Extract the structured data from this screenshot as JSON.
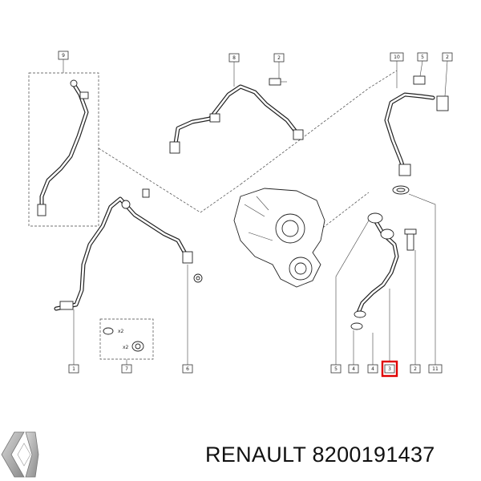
{
  "diagram": {
    "callouts": [
      {
        "id": "c-9-top",
        "label": "9"
      },
      {
        "id": "c-8-top",
        "label": "8"
      },
      {
        "id": "c-2-top-mid",
        "label": "2"
      },
      {
        "id": "c-10-top",
        "label": "10"
      },
      {
        "id": "c-5-top",
        "label": "5"
      },
      {
        "id": "c-2-top-right",
        "label": "2"
      },
      {
        "id": "c-1-bottom",
        "label": "1"
      },
      {
        "id": "c-7-bottom",
        "label": "7"
      },
      {
        "id": "c-6-bottom",
        "label": "6"
      },
      {
        "id": "c-5-bottom",
        "label": "5"
      },
      {
        "id": "c-4-bottom",
        "label": "4"
      },
      {
        "id": "c-4b-bottom",
        "label": "4"
      },
      {
        "id": "c-3-bottom",
        "label": "3"
      },
      {
        "id": "c-2-bottom",
        "label": "2"
      },
      {
        "id": "c-11-bottom",
        "label": "11"
      }
    ],
    "multipliers": [
      "x2",
      "x2"
    ],
    "highlight_color": "#e00000"
  },
  "footer": {
    "logo_icon": "renault-diamond-logo",
    "brand": "RENAULT",
    "part_number": "8200191437"
  }
}
